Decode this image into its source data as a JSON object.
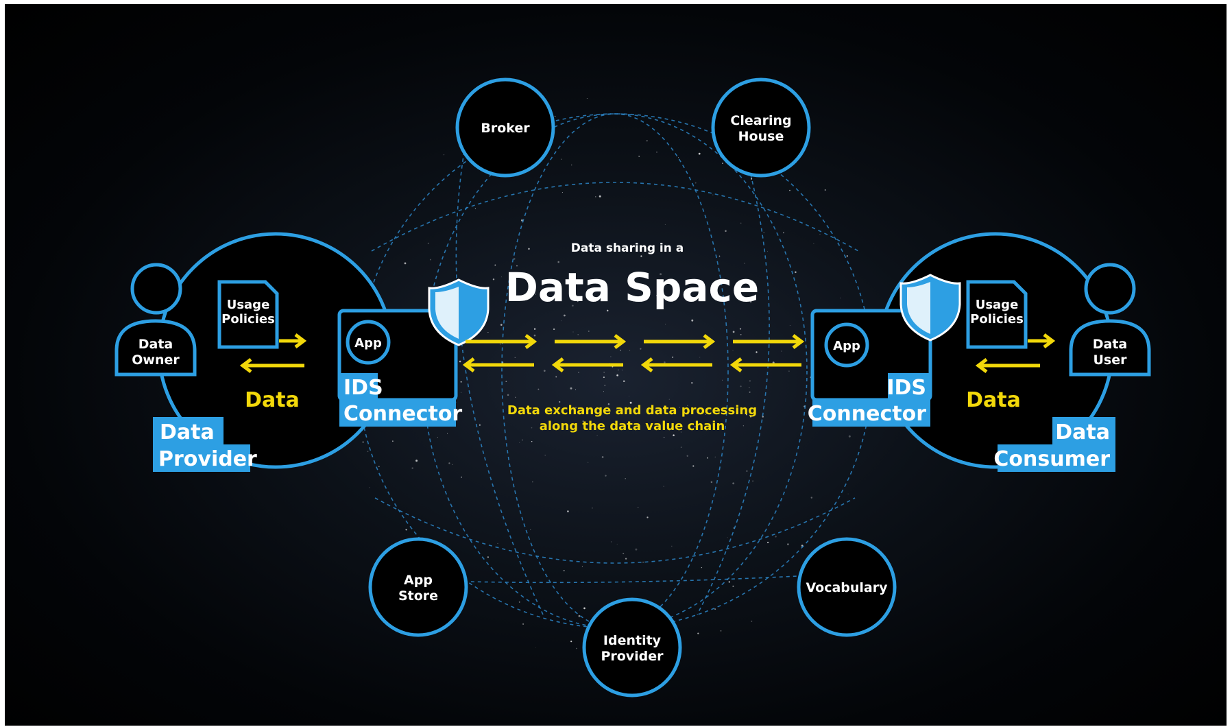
{
  "title": {
    "subtitle": "Data sharing in a",
    "main": "Data Space"
  },
  "center_caption": {
    "line1": "Data exchange and data processing",
    "line2": "along the data value chain"
  },
  "services": {
    "broker": "Broker",
    "clearing_house": {
      "line1": "Clearing",
      "line2": "House"
    },
    "app_store": {
      "line1": "App",
      "line2": "Store"
    },
    "identity_provider": {
      "line1": "Identity",
      "line2": "Provider"
    },
    "vocabulary": "Vocabulary"
  },
  "provider": {
    "person": {
      "line1": "Data",
      "line2": "Owner"
    },
    "policies": {
      "line1": "Usage",
      "line2": "Policies"
    },
    "data_label": "Data",
    "badge": {
      "line1": "Data",
      "line2": "Provider"
    },
    "connector": {
      "app": "App",
      "line1": "IDS",
      "line2": "Connector"
    }
  },
  "consumer": {
    "person": {
      "line1": "Data",
      "line2": "User"
    },
    "policies": {
      "line1": "Usage",
      "line2": "Policies"
    },
    "data_label": "Data",
    "badge": {
      "line1": "Data",
      "line2": "Consumer"
    },
    "connector": {
      "app": "App",
      "line1": "IDS",
      "line2": "Connector"
    }
  },
  "colors": {
    "accent_blue": "#2d9fe3",
    "badge_blue": "#2d9fe3",
    "arrow_yellow": "#f2d80a",
    "background": "#000000"
  }
}
